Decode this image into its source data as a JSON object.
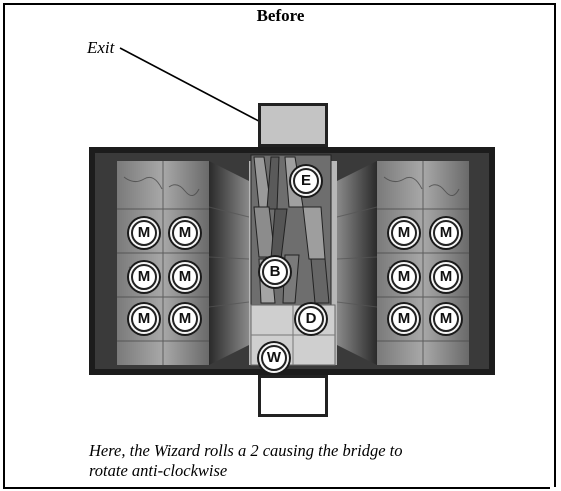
{
  "title": "Before",
  "exit_label": "Exit",
  "caption_line1": "Here, the Wizard rolls a 2 causing the bridge to",
  "caption_line2": "rotate anti-clockwise",
  "tokens": {
    "exit": "E",
    "barbarian": "B",
    "dwarf": "D",
    "wizard": "W",
    "monster": "M"
  },
  "colors": {
    "board_border": "#1c1c1c",
    "stone": "#9a9a9a",
    "exit_box": "#c4c4c4",
    "entry_box": "#ffffff"
  }
}
